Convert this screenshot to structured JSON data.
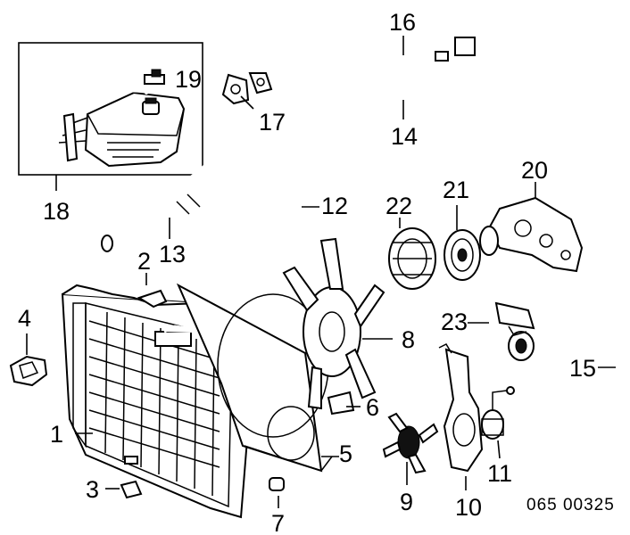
{
  "callouts": {
    "n1": "1",
    "n2": "2",
    "n3": "3",
    "n4": "4",
    "n5": "5",
    "n6": "6",
    "n7": "7",
    "n8": "8",
    "n9": "9",
    "n10": "10",
    "n11": "11",
    "n12": "12",
    "n13": "13",
    "n14": "14",
    "n15": "15",
    "n16": "16",
    "n17": "17",
    "n18": "18",
    "n19": "19",
    "n20": "20",
    "n21": "21",
    "n22": "22",
    "n23": "23"
  },
  "diagram_code": "065 00325"
}
